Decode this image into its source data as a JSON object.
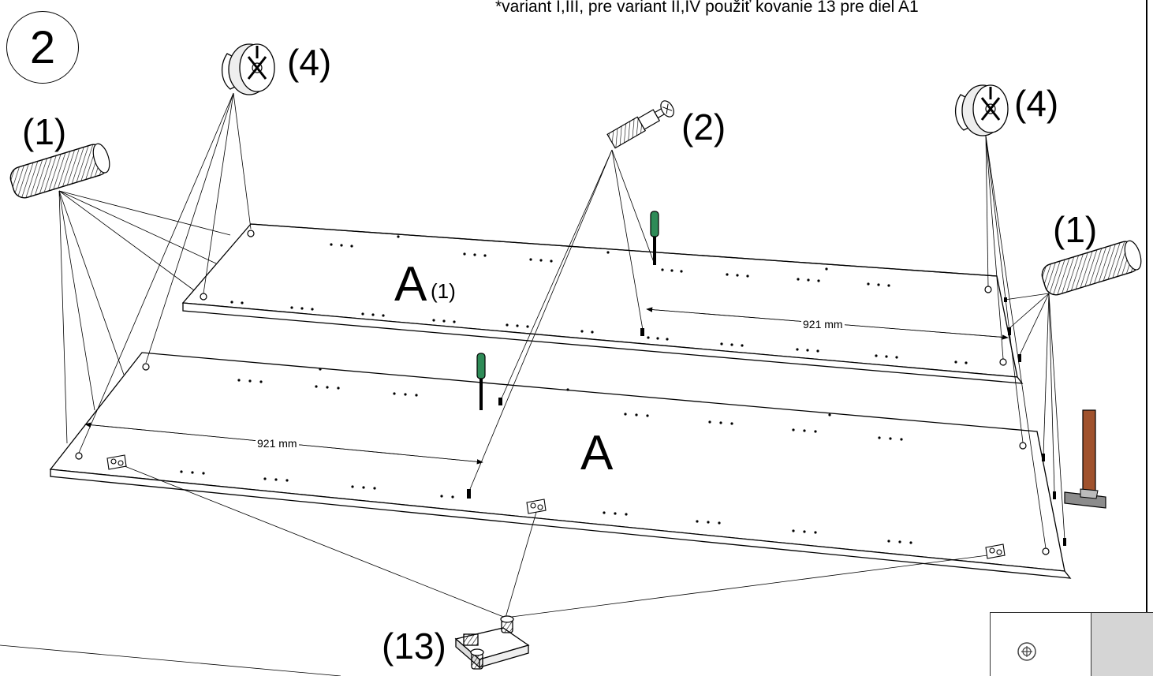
{
  "step_number": "2",
  "note": "*variant I,III, pre variant II,IV použiť kovanie 13 pre diel A1",
  "parts": {
    "dowel_left": "(1)",
    "dowel_right": "(1)",
    "cam_left": "(4)",
    "cam_right": "(4)",
    "cam_bolt": "(2)",
    "hinge": "(13)"
  },
  "panels": {
    "upper_letter": "A",
    "upper_sub": "(1)",
    "lower_letter": "A"
  },
  "dimensions": {
    "upper": "921 mm",
    "lower": "921 mm"
  },
  "colors": {
    "line": "#000000",
    "screwdriver_handle": "#2e8b57",
    "hammer_handle": "#a0522d",
    "hammer_head": "#8c8c8c",
    "inset_grey": "#d5d5d5"
  },
  "icons": [
    "dowel-icon",
    "cam-lock-icon",
    "cam-bolt-icon",
    "hinge-icon",
    "screwdriver-icon",
    "hammer-icon",
    "zoom-icon"
  ]
}
